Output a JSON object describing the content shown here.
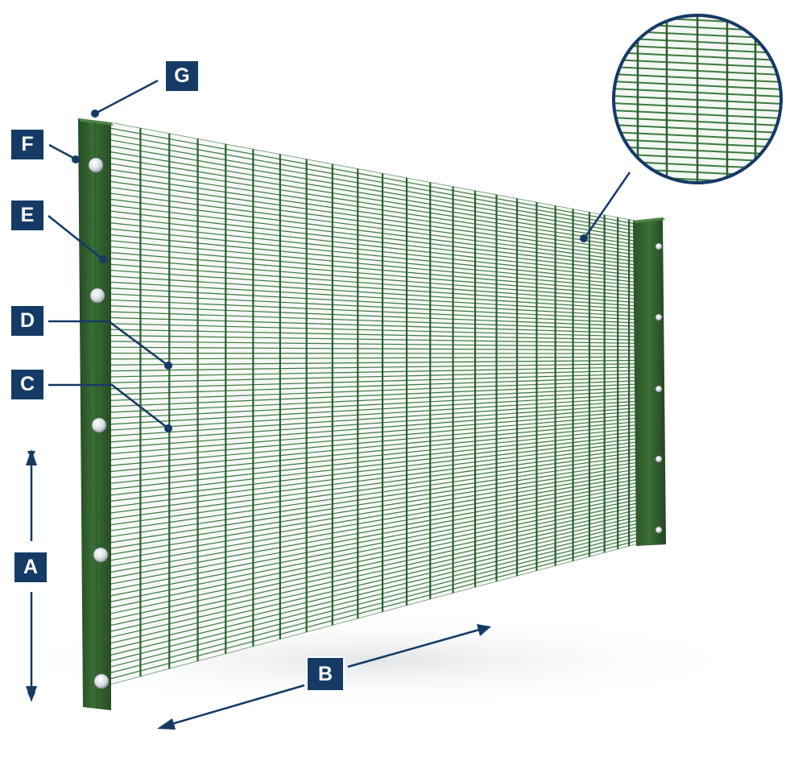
{
  "diagram": {
    "labels": {
      "a": "A",
      "b": "B",
      "c": "C",
      "d": "D",
      "e": "E",
      "f": "F",
      "g": "G"
    },
    "colors": {
      "badge": "#153a66",
      "post": "#2f5b2c",
      "mesh": "#2e6b34",
      "leader": "#153a66"
    },
    "icons": [
      "magnifier-circle-icon",
      "dimension-arrow-icon"
    ]
  }
}
